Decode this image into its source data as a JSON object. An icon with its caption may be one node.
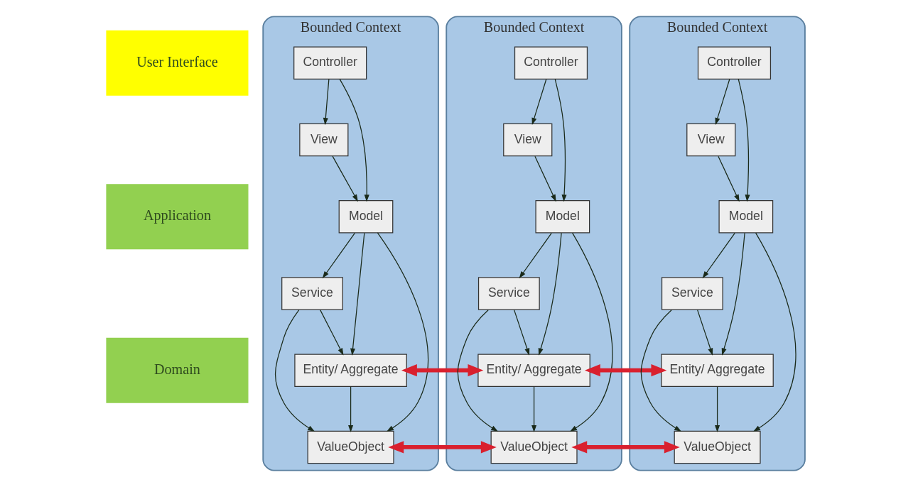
{
  "diagram": {
    "nodes": [
      {
        "text": [
          "Bounded Context"
        ]
      },
      {
        "text": [
          "Controller"
        ],
        "in": 0
      },
      {
        "text": [
          "View"
        ],
        "in": 0
      },
      {
        "text": [
          "Model"
        ],
        "in": 0
      },
      {
        "text": [
          "Service"
        ],
        "in": 0
      },
      {
        "text": [
          "Entity/ Aggregate"
        ],
        "in": 0
      },
      {
        "text": [
          "ValueObject"
        ],
        "in": 0
      },
      {
        "text": [
          "Bounded Context"
        ]
      },
      {
        "text": [
          "Controller"
        ],
        "in": 7
      },
      {
        "text": [
          "View"
        ],
        "in": 7
      },
      {
        "text": [
          "Model"
        ],
        "in": 7
      },
      {
        "text": [
          "Service"
        ],
        "in": 7
      },
      {
        "text": [
          "Entity/ Aggregate"
        ],
        "in": 7
      },
      {
        "text": [
          "ValueObject"
        ],
        "in": 7
      },
      {
        "text": [
          "Bounded Context"
        ]
      },
      {
        "text": [
          "Controller"
        ],
        "in": 14
      },
      {
        "text": [
          "View"
        ],
        "in": 14
      },
      {
        "text": [
          "Model"
        ],
        "in": 14
      },
      {
        "text": [
          "Service"
        ],
        "in": 14
      },
      {
        "text": [
          "Entity/ Aggregate"
        ],
        "in": 14
      },
      {
        "text": [
          "ValueObject"
        ],
        "in": 14
      },
      {
        "text": [
          "User Interface"
        ]
      },
      {
        "text": [
          "Application"
        ]
      },
      {
        "text": [
          "Domain"
        ]
      }
    ],
    "edges": [
      {
        "from": 1,
        "to": 2,
        "arrow": "to"
      },
      {
        "from": 1,
        "to": 3,
        "arrow": "to"
      },
      {
        "from": 2,
        "to": 3,
        "arrow": "to"
      },
      {
        "from": 3,
        "to": 4,
        "arrow": "to"
      },
      {
        "from": 3,
        "to": 5,
        "arrow": "to"
      },
      {
        "from": 3,
        "to": 6,
        "arrow": "to"
      },
      {
        "from": 4,
        "to": 5,
        "arrow": "to"
      },
      {
        "from": 4,
        "to": 6,
        "arrow": "to"
      },
      {
        "from": 5,
        "to": 6,
        "arrow": "to"
      },
      {
        "from": 8,
        "to": 9,
        "arrow": "to"
      },
      {
        "from": 8,
        "to": 10,
        "arrow": "to"
      },
      {
        "from": 9,
        "to": 10,
        "arrow": "to"
      },
      {
        "from": 10,
        "to": 11,
        "arrow": "to"
      },
      {
        "from": 10,
        "to": 12,
        "arrow": "to"
      },
      {
        "from": 10,
        "to": 13,
        "arrow": "to"
      },
      {
        "from": 11,
        "to": 12,
        "arrow": "to"
      },
      {
        "from": 11,
        "to": 13,
        "arrow": "to"
      },
      {
        "from": 12,
        "to": 13,
        "arrow": "to"
      },
      {
        "from": 15,
        "to": 16,
        "arrow": "to"
      },
      {
        "from": 15,
        "to": 17,
        "arrow": "to"
      },
      {
        "from": 16,
        "to": 17,
        "arrow": "to"
      },
      {
        "from": 17,
        "to": 18,
        "arrow": "to"
      },
      {
        "from": 17,
        "to": 19,
        "arrow": "to"
      },
      {
        "from": 17,
        "to": 20,
        "arrow": "to"
      },
      {
        "from": 18,
        "to": 19,
        "arrow": "to"
      },
      {
        "from": 18,
        "to": 20,
        "arrow": "to"
      },
      {
        "from": 19,
        "to": 20,
        "arrow": "to"
      },
      {
        "from": 5,
        "to": 12,
        "arrow": "both",
        "style": "thick",
        "color": "#d9202e"
      },
      {
        "from": 12,
        "to": 19,
        "arrow": "both",
        "style": "thick",
        "color": "#d9202e"
      },
      {
        "from": 6,
        "to": 13,
        "arrow": "both",
        "style": "thick",
        "color": "#d9202e"
      },
      {
        "from": 13,
        "to": 20,
        "arrow": "both",
        "style": "thick",
        "color": "#d9202e"
      }
    ]
  }
}
